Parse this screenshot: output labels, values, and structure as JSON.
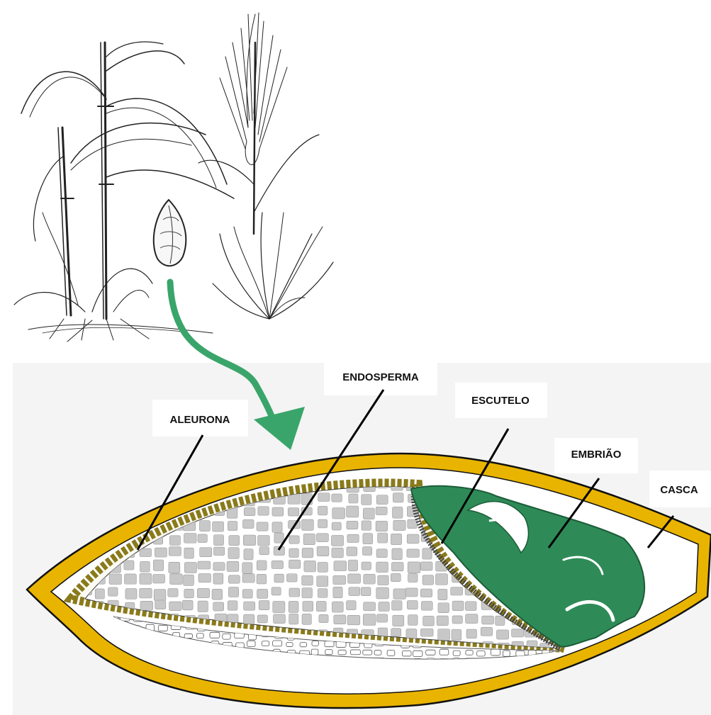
{
  "labels": {
    "aleurona": "ALEURONA",
    "endosperma": "ENDOSPERMA",
    "escutelo": "ESCUTELO",
    "embriao": "EMBRIÃO",
    "casca": "CASCA"
  },
  "colors": {
    "casca": "#e8b400",
    "embriao": "#2e8b57",
    "arrow": "#3aa56a",
    "aleurona_cells": "#8a7a1a",
    "endosperm_cells": "#c8c8c8",
    "panel_background": "#f4f4f4"
  },
  "icons": {
    "plant": "grass-plant-sketch",
    "seed": "seed-sketch",
    "arrow": "curved-arrow-down"
  }
}
